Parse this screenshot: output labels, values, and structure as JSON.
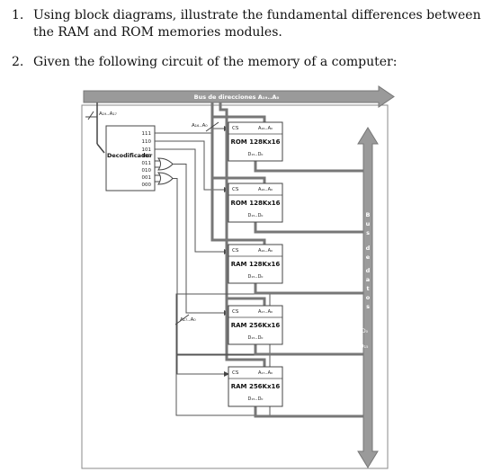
{
  "questions": [
    {
      "number": "1.",
      "text": "Using block diagrams, illustrate the fundamental differences between the RAM and ROM memories modules."
    },
    {
      "number": "2.",
      "text": "Given the following circuit of the memory of a computer:"
    }
  ],
  "diagram": {
    "address_bus_label": "Bus de direcciones  A₁₉..A₀",
    "decoder_input_label": "A₁₉..A₁₇",
    "decoder_label": "Decodificador",
    "decoder_outputs": [
      "111",
      "110",
      "101",
      "100",
      "011",
      "010",
      "001",
      "000"
    ],
    "sub_bus_top_label": "A₁₆..A₀",
    "sub_bus_bottom_label": "A₁₇..A₀",
    "data_bus_label_chars": [
      "B",
      "u",
      "s",
      "d",
      "e",
      "d",
      "a",
      "t",
      "o",
      "s"
    ],
    "data_bus_side_label_1": "D₀",
    "data_bus_side_label_2": "D₁₅",
    "chips": [
      {
        "cs": "CS",
        "addr": "A₁₆..A₀",
        "name": "ROM 128Kx16",
        "data": "D₁₅..D₀"
      },
      {
        "cs": "CS",
        "addr": "A₁₆..A₀",
        "name": "ROM 128Kx16",
        "data": "D₁₅..D₀"
      },
      {
        "cs": "CS",
        "addr": "A₁₆..A₀",
        "name": "RAM 128Kx16",
        "data": "D₁₅..D₀"
      },
      {
        "cs": "CS",
        "addr": "A₁₇..A₀",
        "name": "RAM 256Kx16",
        "data": "D₁₅..D₀"
      },
      {
        "cs": "CS",
        "addr": "A₁₇..A₀",
        "name": "RAM 256Kx16",
        "data": "D₁₅..D₀"
      }
    ]
  }
}
